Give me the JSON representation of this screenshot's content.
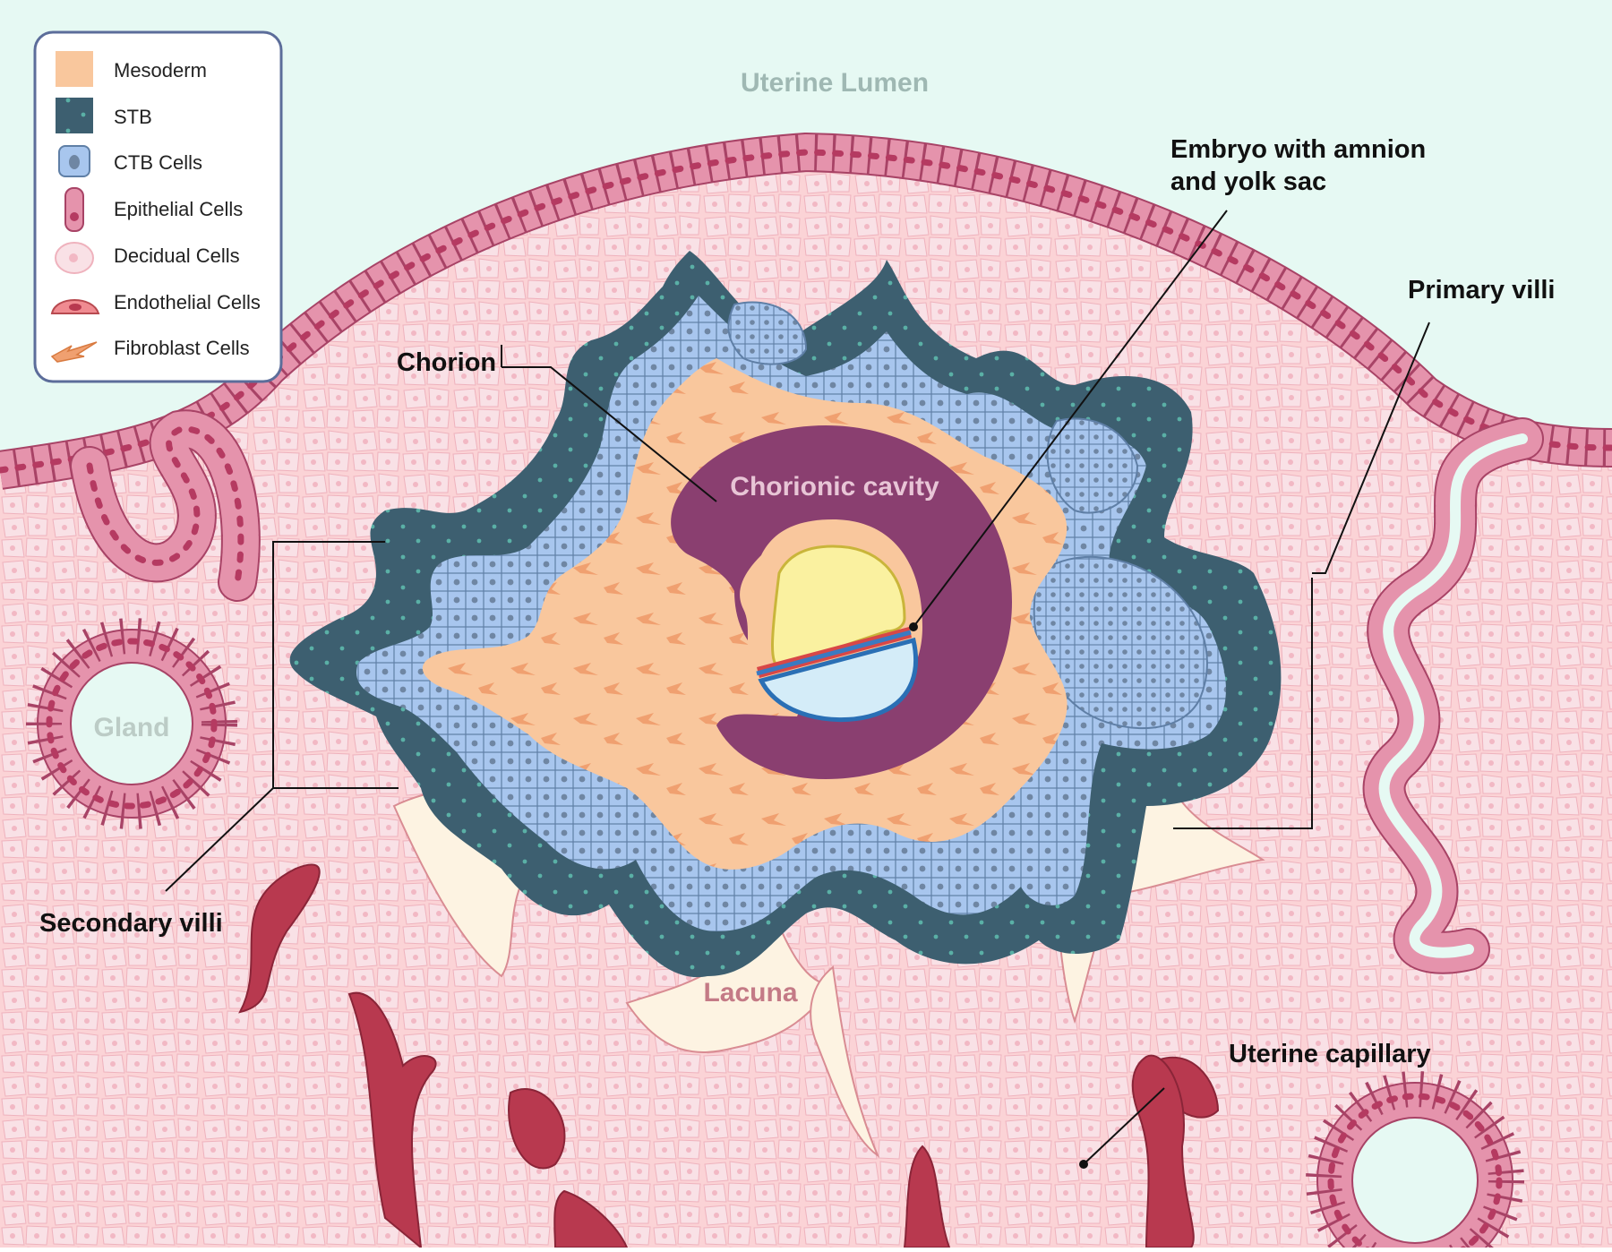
{
  "legend": {
    "items": [
      {
        "label": "Mesoderm",
        "icon": "mesoderm-swatch-icon"
      },
      {
        "label": "STB",
        "icon": "stb-swatch-icon"
      },
      {
        "label": "CTB Cells",
        "icon": "ctb-cell-icon"
      },
      {
        "label": "Epithelial Cells",
        "icon": "epithelial-cell-icon"
      },
      {
        "label": "Decidual Cells",
        "icon": "decidual-cell-icon"
      },
      {
        "label": "Endothelial Cells",
        "icon": "endothelial-cell-icon"
      },
      {
        "label": "Fibroblast Cells",
        "icon": "fibroblast-cell-icon"
      }
    ]
  },
  "regions": {
    "uterine_lumen": "Uterine Lumen",
    "chorionic_cavity": "Chorionic cavity",
    "gland": "Gland",
    "lacuna": "Lacuna"
  },
  "callouts": {
    "embryo_line1": "Embryo with amnion",
    "embryo_line2": "and yolk sac",
    "chorion": "Chorion",
    "primary_villi": "Primary villi",
    "secondary_villi": "Secondary villi",
    "uterine_capillary": "Uterine capillary"
  },
  "colors": {
    "lumen": "#e6f9f3",
    "decidua": "#fbd3d6",
    "decidual_cell": "#f9e1e6",
    "epithelium": "#e593ac",
    "epithelium_nucleus": "#b53a61",
    "stb": "#3d5f70",
    "ctb": "#a8c6ee",
    "mesoderm": "#f9c79d",
    "chorionic_cavity": "#8a3f70",
    "yolk_sac": "#faf1a0",
    "amnion": "#d4ecf8",
    "capillary": "#b8394f",
    "lacuna": "#fdf3e2"
  }
}
